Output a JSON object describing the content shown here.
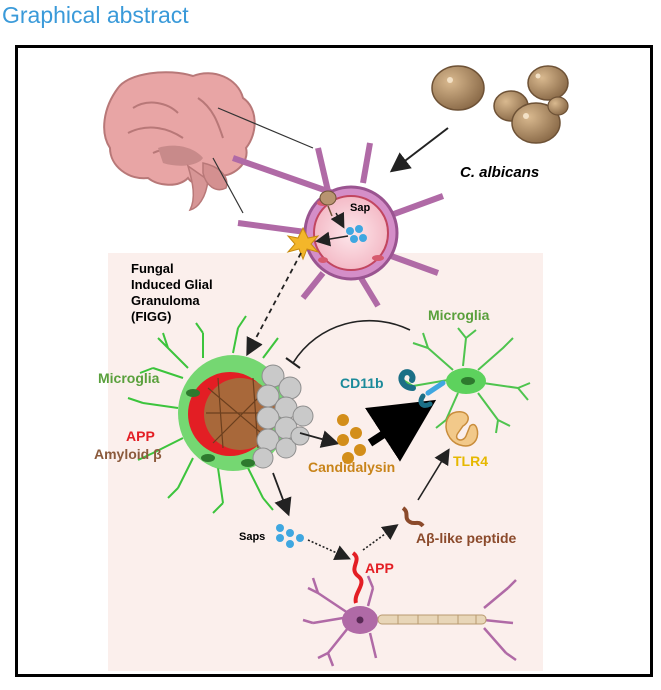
{
  "header": {
    "title": "Graphical abstract"
  },
  "labels": {
    "c_albicans": "C. albicans",
    "sap": "Sap",
    "figg_line1": "Fungal",
    "figg_line2": "Induced Glial",
    "figg_line3": "Granuloma",
    "figg_line4": "(FIGG)",
    "microglia_left": "Microglia",
    "microglia_right": "Microglia",
    "app_left": "APP",
    "amyloid": "Amyloid β",
    "cd11b": "CD11b",
    "candidalysin": "Candidalysin",
    "tlr4": "TLR4",
    "saps": "Saps",
    "abeta_peptide": "Aβ-like peptide",
    "app_neuron": "APP"
  },
  "colors": {
    "header": "#3a9ad9",
    "microglia": "#5aa03c",
    "app": "#e31e24",
    "amyloid": "#8b5a3c",
    "cd11b": "#1b8a9a",
    "candidalysin": "#c8841a",
    "tlr4": "#e6b800",
    "abeta": "#8b4a2b",
    "vessel": "#b06aa6",
    "fungus": "#a08060",
    "microglia_cell": "#5dd25d",
    "panel_bg": "#fbefec"
  },
  "icons": {
    "brain": "brain-icon",
    "fungus": "fungus-cells-icon",
    "vessel": "blood-vessel-icon",
    "neuron": "neuron-icon"
  }
}
